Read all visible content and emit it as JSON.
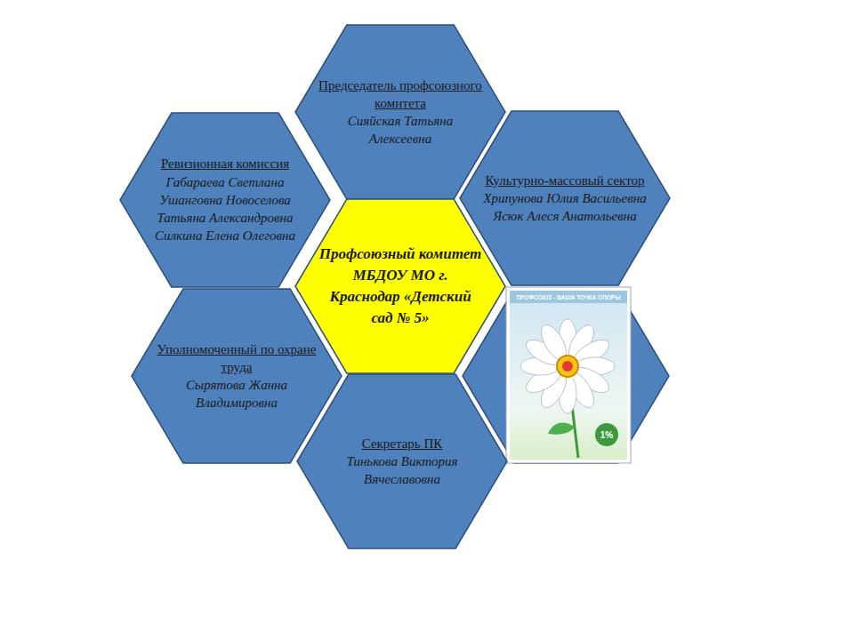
{
  "diagram": {
    "nodes": [
      {
        "text": [
          "Председатель профсоюзного комитета",
          "Сияйская Татьяна Алексеевна"
        ]
      },
      {
        "text": [
          "Ревизионная комиссия",
          "Габараева Светлана Ушанговна Новоселова Татьяна Александровна Силкина Елена Олеговна"
        ]
      },
      {
        "text": [
          "Культурно-массовый сектор",
          "Хрипунова Юлия Васильевна Ясюк Алеся Анатольевна"
        ]
      },
      {
        "text": [
          "Профсоюзный комитет МБДОУ МО г. Краснодар «Детский сад № 5»"
        ]
      },
      {
        "text": [
          "Уполномоченный по охране труда",
          "Сырятова Жанна Владимировна"
        ]
      },
      {
        "text": [
          "Секретарь ПК",
          "Тинькова Виктория Вячеславовна"
        ]
      }
    ],
    "labels": [
      "ПРОФСОЮЗ - ВАША ТОЧКА ОПОРЫ",
      "1%"
    ]
  }
}
